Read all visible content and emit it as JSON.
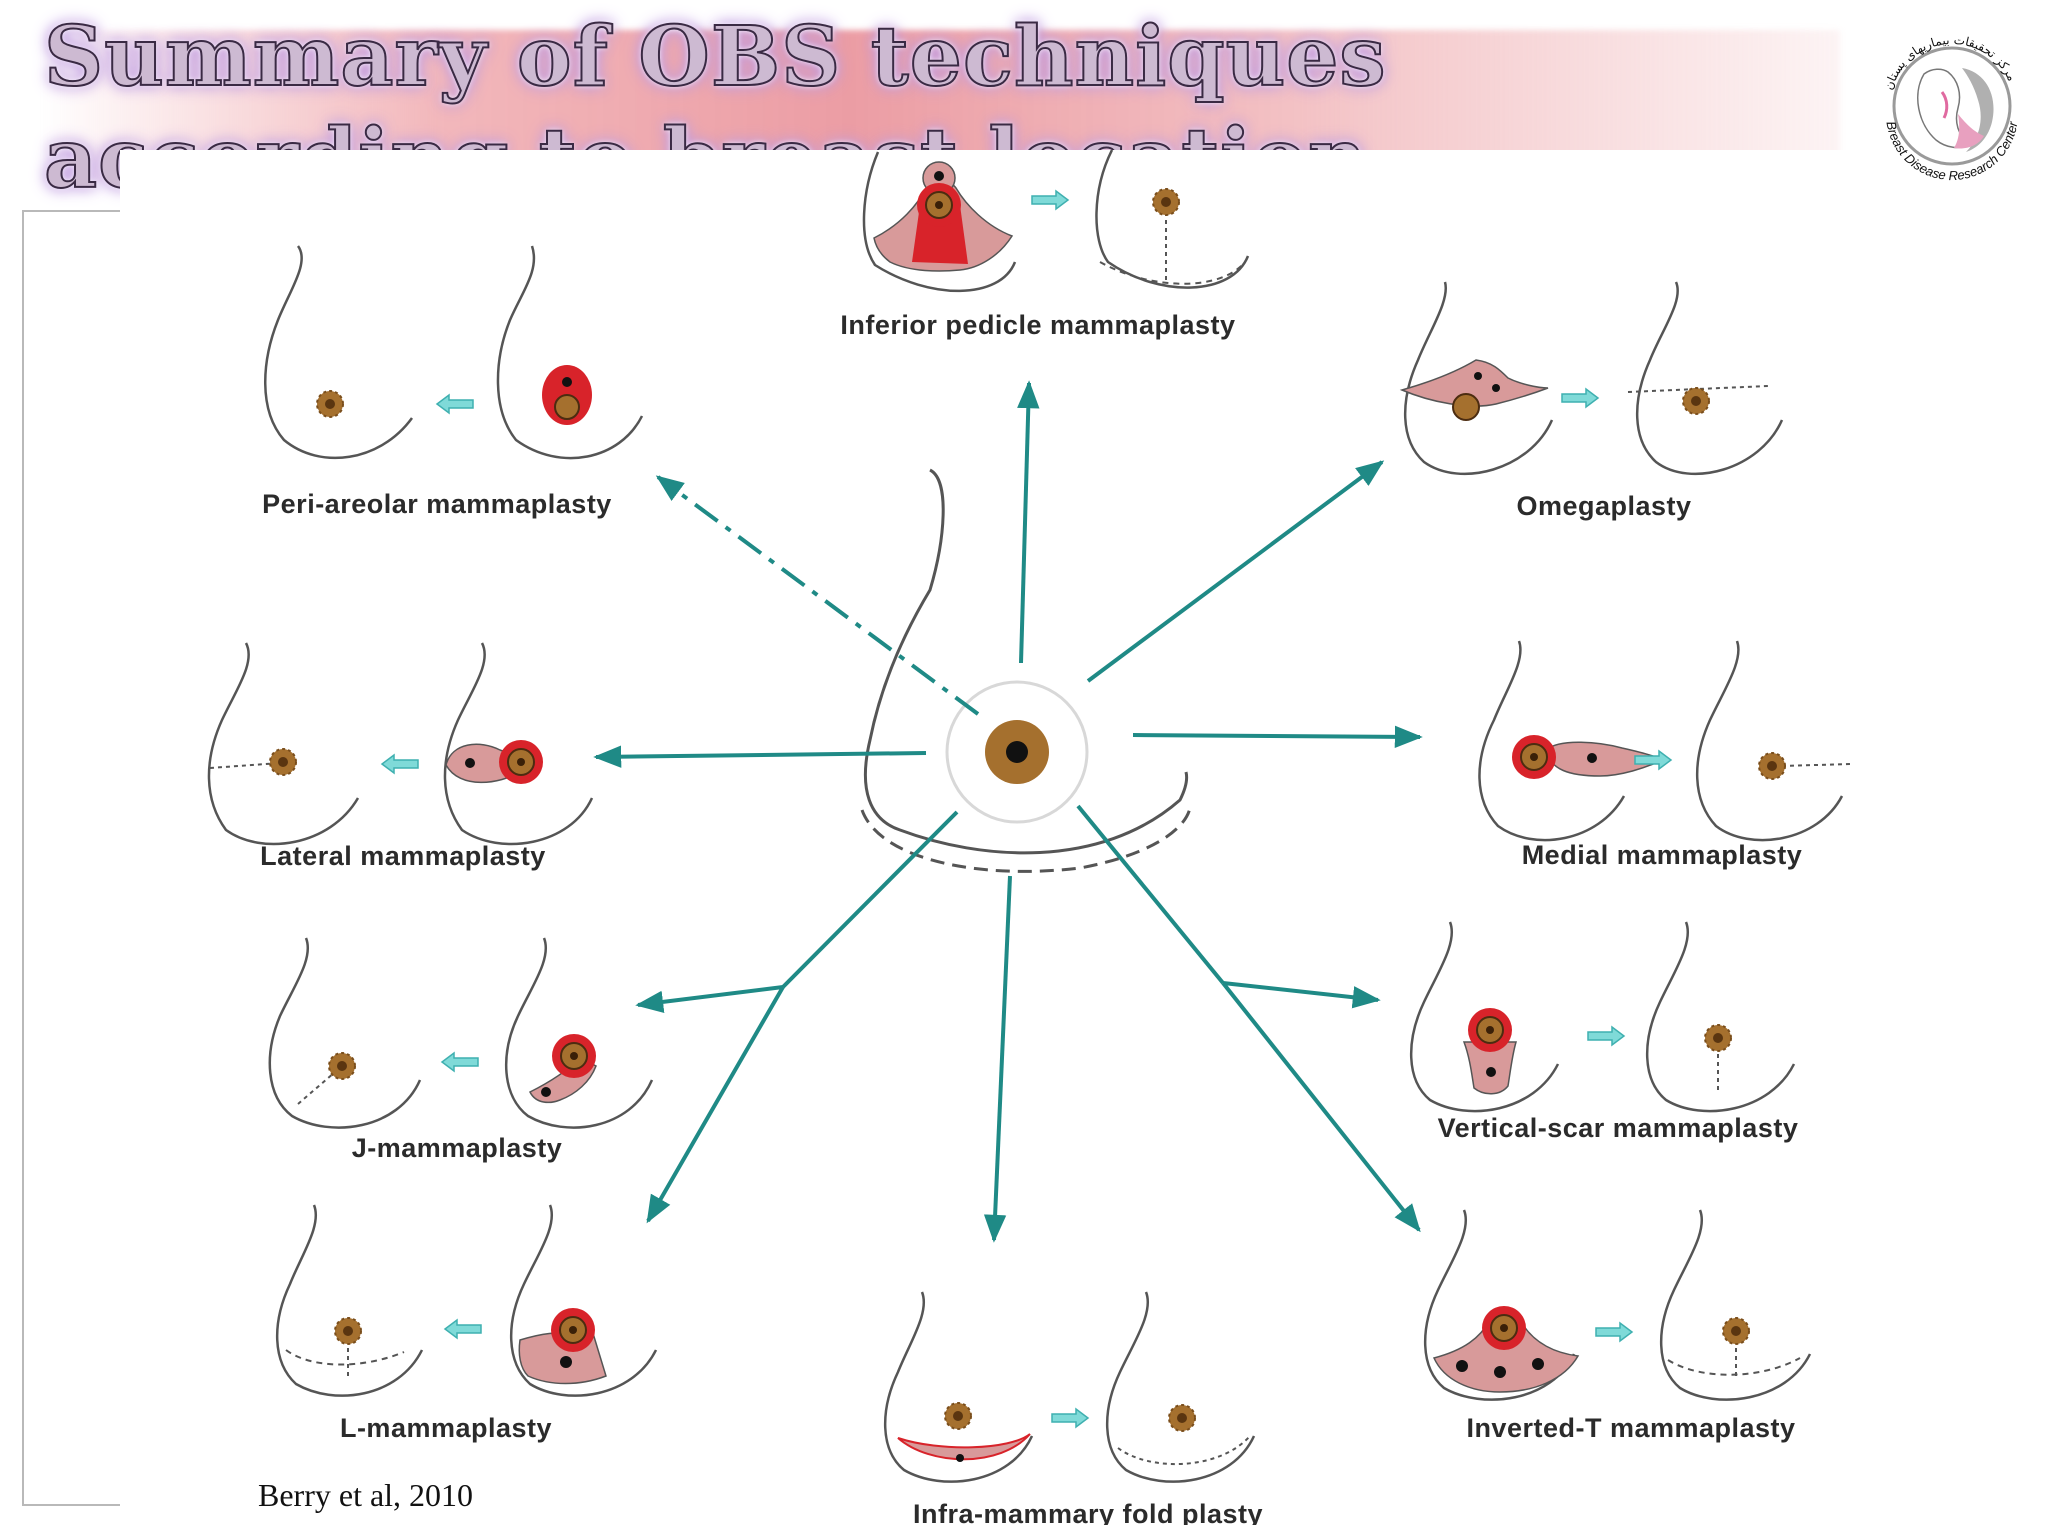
{
  "slide": {
    "title": "Summary of OBS techniques according to breast location",
    "citation": "Berry et al, 2010"
  },
  "logo": {
    "arc_text_top": "مرکز تحقیقات بیماریهای پستان",
    "arc_text_bottom": "Breast Disease Research Center",
    "icon": "woman-silhouette-ribbon-icon"
  },
  "techniques": [
    {
      "label": "Inferior pedicle mammaplasty",
      "region": "top"
    },
    {
      "label": "Peri-areolar mammaplasty",
      "region": "upper-left"
    },
    {
      "label": "Omegaplasty",
      "region": "upper-right"
    },
    {
      "label": "Lateral mammaplasty",
      "region": "left"
    },
    {
      "label": "Medial mammaplasty",
      "region": "right"
    },
    {
      "label": "J-mammaplasty",
      "region": "lower-left"
    },
    {
      "label": "Vertical-scar mammaplasty",
      "region": "lower-right"
    },
    {
      "label": "L-mammaplasty",
      "region": "bottom-left"
    },
    {
      "label": "Infra-mammary fold plasty",
      "region": "bottom"
    },
    {
      "label": "Inverted-T mammaplasty",
      "region": "bottom-right"
    }
  ],
  "colors": {
    "arrow": "#1f8a86",
    "lesion_red": "#d8232a",
    "flap_pink": "#d89a9a",
    "areola_brown": "#a5702e",
    "outline": "#555555",
    "suture_arrow": "#6fd0d0"
  }
}
